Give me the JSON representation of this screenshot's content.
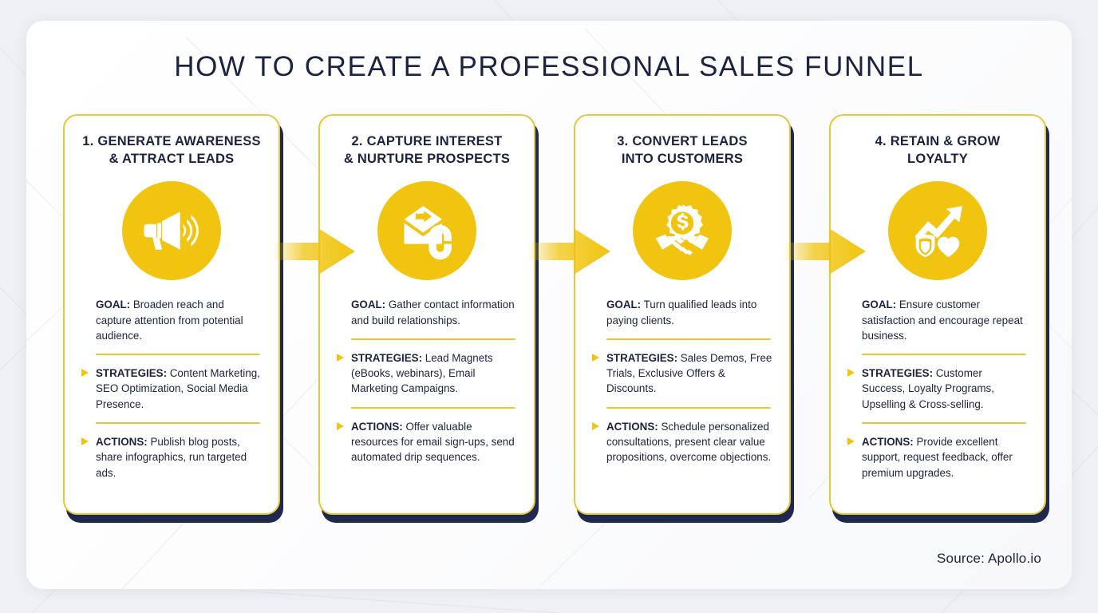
{
  "header": {
    "title": "HOW TO CREATE A PROFESSIONAL SALES FUNNEL"
  },
  "colors": {
    "accent_yellow": "#F1C40F",
    "border_yellow": "#E8C53B",
    "navy": "#1B2340",
    "shadow_navy": "#1D2A4D",
    "card_bg": "#FFFFFF",
    "panel_bg": "#FFFFFF",
    "page_bg": "#EEF0F4"
  },
  "labels": {
    "goal": "GOAL:",
    "strategies": "STRATEGIES:",
    "actions": "ACTIONS:"
  },
  "cards": [
    {
      "title": "1. GENERATE AWARENESS\n& ATTRACT LEADS",
      "icon": "megaphone-icon",
      "goal": " Broaden reach and capture attention from potential audience.",
      "strategies": " Content Marketing, SEO Optimization, Social Media Presence.",
      "actions": " Publish blog posts, share infographics, run targeted ads."
    },
    {
      "title": "2. CAPTURE INTEREST\n& NURTURE PROSPECTS",
      "icon": "email-magnet-icon",
      "goal": " Gather contact information and build relationships.",
      "strategies": " Lead Magnets (eBooks, webinars), Email Marketing Campaigns.",
      "actions": " Offer valuable resources for email sign-ups, send automated drip sequences."
    },
    {
      "title": "3. CONVERT LEADS\nINTO CUSTOMERS",
      "icon": "handshake-dollar-icon",
      "goal": " Turn qualified leads into paying clients.",
      "strategies": " Sales Demos, Free Trials, Exclusive Offers & Discounts.",
      "actions": " Schedule personalized consultations, present clear value propositions, overcome objections."
    },
    {
      "title": "4. RETAIN & GROW\nLOYALTY",
      "icon": "growth-shield-heart-icon",
      "goal": " Ensure customer satisfaction and encourage repeat business.",
      "strategies": " Customer Success, Loyalty Programs, Upselling & Cross-selling.",
      "actions": " Provide excellent support, request feedback, offer premium upgrades."
    }
  ],
  "connectors": [
    {
      "name": "arrow-1-to-2"
    },
    {
      "name": "arrow-2-to-3"
    },
    {
      "name": "arrow-3-to-4"
    }
  ],
  "footer": {
    "source": "Source: Apollo.io"
  }
}
